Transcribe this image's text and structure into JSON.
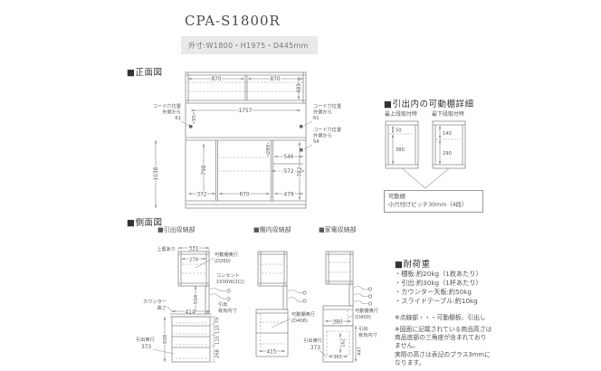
{
  "page": {
    "title": "CPA-S1800R",
    "specs": "外寸:W1800・H1975・D445mm"
  },
  "sections": {
    "front": "■正面図",
    "side": "■側面図",
    "detail": "■引出内の可動棚詳細",
    "load": "■耐荷重"
  },
  "front": {
    "dim_870L": "870",
    "dim_870R": "870",
    "dim_489": "489",
    "dim_1757": "1757",
    "dim_95": "95",
    "dim_1038": "1038",
    "dim_798": "798",
    "dim_288": "288",
    "dim_546": "546",
    "dim_572": "572",
    "dim_782": "782",
    "dim_372": "372",
    "dim_670": "670",
    "dim_479": "479",
    "cord_left": [
      "コード穴位置",
      "外側から",
      "61"
    ],
    "cord_right_top": [
      "コード穴位置",
      "外側から",
      "61"
    ],
    "cord_right_bottom": [
      "コード穴位置",
      "外側から",
      "54"
    ]
  },
  "detail": {
    "case_top": "最上段取付時",
    "case_bottom": "最下段取付時",
    "top_above": "50",
    "top_below": "380",
    "bottom_above": "140",
    "bottom_below": "290",
    "note": [
      "可動棚",
      "小穴付けピッチ30mm（4段）"
    ]
  },
  "side": {
    "v1": {
      "label": "■引出収納部",
      "top_note": "上置あり",
      "dim_331": "331",
      "dim_278": "278",
      "shelf": [
        "可動棚奥行",
        "(D260)"
      ],
      "outlet": [
        "コンセント",
        "1500W(2口)"
      ],
      "dim_504": "504",
      "counter": [
        "カウンター",
        "高さ"
      ],
      "dim_414": "414",
      "dim_938": "938",
      "drawer_label": [
        "引出",
        "有効内寸"
      ],
      "drawer_depth": "引出奥行",
      "dim_373": "373",
      "drawer_dims": [
        "79",
        "115",
        "115",
        "268"
      ]
    },
    "v2": {
      "label": "■棚内収納部",
      "shelf": [
        "可動棚奥行",
        "(D408)"
      ],
      "dim_415": "415"
    },
    "v3": {
      "label": "■家電収納部",
      "shelf": [
        "可動棚奥行",
        "(D400)"
      ],
      "dim_380": "380",
      "dim_447": "447",
      "inner_h": "162",
      "inner_w": "365",
      "drawer_label": [
        "引出",
        "有効内寸"
      ],
      "drawer_depth": "引出奥行",
      "dim_373": "373"
    }
  },
  "load": {
    "items": [
      "・棚板:約20kg（1枚あたり）",
      "・引出:約30kg（1杯あたり）",
      "・カウンター天板:約50kg",
      "・スライドテーブル:約10kg"
    ],
    "dotted_note": "※点線部・・・可動棚板、引出し",
    "height_note": [
      "※図面に記載されている商品高さは",
      "商品底部の三角座が含まれており",
      "ません。",
      "実際の高さは表記のプラス3mmに",
      "なります。"
    ]
  }
}
